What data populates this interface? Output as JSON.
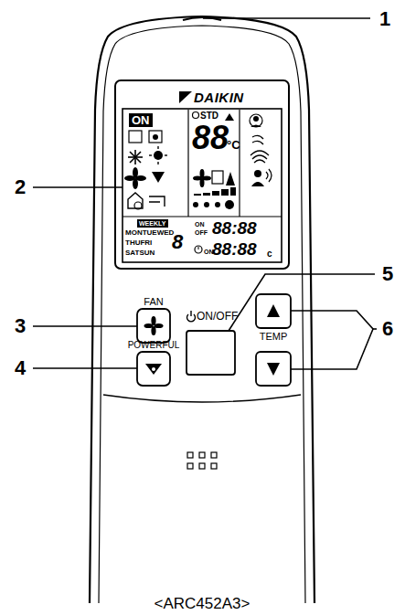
{
  "diagram": {
    "nodes": [
      {
        "text": [
          "ON"
        ]
      },
      {
        "text": [
          "WEEKLY"
        ]
      }
    ],
    "labels": [
      "1",
      "2",
      "3",
      "4",
      "5",
      "6",
      "DAIKIN",
      "STD",
      "88",
      "°C",
      "MONTUEWED",
      "THUFRI",
      "SATSUN",
      "ON",
      "OFF",
      "88:88",
      "8",
      "ON",
      "88:88",
      "c",
      "FAN",
      "POWERFUL",
      "ON/OFF",
      "TEMP",
      "<ARC452A3>"
    ]
  }
}
